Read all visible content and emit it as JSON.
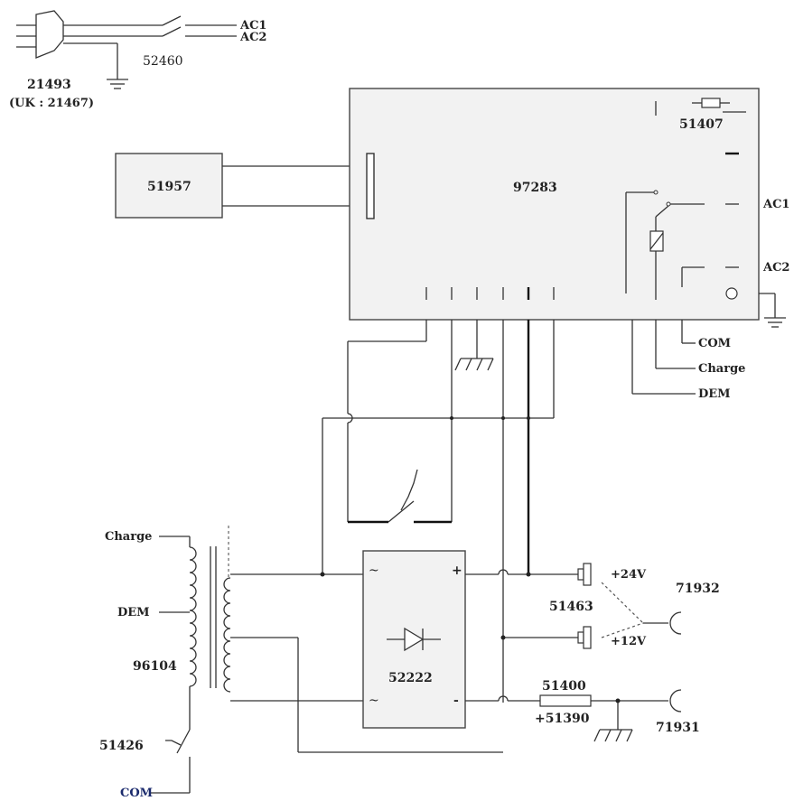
{
  "labels": {
    "plug": "21493",
    "plug_uk": "(UK : 21467)",
    "mains_switch": "52460",
    "mains_ac1": "AC1",
    "mains_ac2": "AC2",
    "main_board": "97283",
    "fuse_board": "51407",
    "side_unit": "51957",
    "board_ac1": "AC1",
    "board_ac2": "AC2",
    "com_out": "COM",
    "charge_out": "Charge",
    "dem_out": "DEM",
    "tr_charge": "Charge",
    "tr_dem": "DEM",
    "transformer": "96104",
    "tr_switch": "51426",
    "tr_com": "COM",
    "rectifier": "52222",
    "rect_ac_top": "~",
    "rect_ac_bottom": "~",
    "rect_plus": "+",
    "rect_minus": "-",
    "conn_top": "51463",
    "v24": "+24V",
    "v12": "+12V",
    "plug_top": "71932",
    "fuse_out": "51400",
    "fuse_out_alt": "+51390",
    "plug_bottom": "71931"
  },
  "colors": {
    "line": "#333333",
    "box_fill": "#f2f2f2",
    "com_label": "#1a2a6c"
  }
}
